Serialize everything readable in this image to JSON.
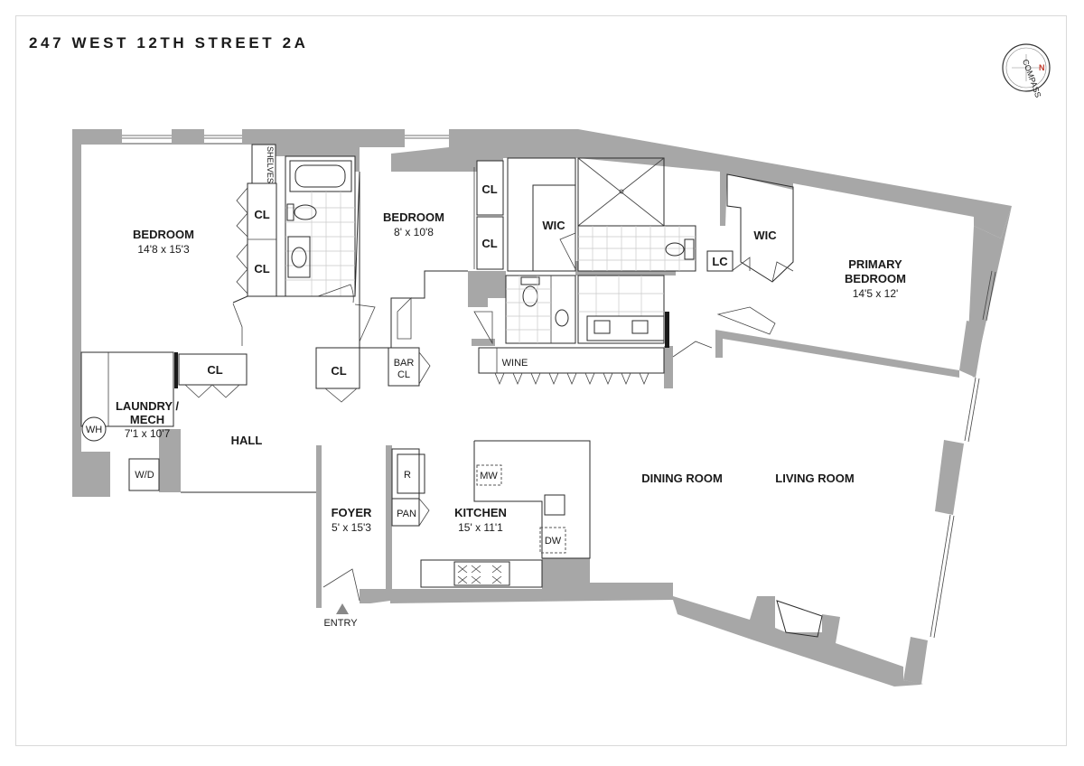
{
  "title": "247 WEST 12TH STREET 2A",
  "compass": {
    "label": "COMPASS",
    "north": "N"
  },
  "rooms": {
    "bedroom_left": {
      "name": "BEDROOM",
      "dims": "14'8 x 15'3"
    },
    "bedroom_middle": {
      "name": "BEDROOM",
      "dims": "8' x 10'8"
    },
    "primary_bedroom": {
      "name_line1": "PRIMARY",
      "name_line2": "BEDROOM",
      "dims": "14'5 x 12'"
    },
    "laundry": {
      "name_line1": "LAUNDRY /",
      "name_line2": "MECH",
      "dims": "7'1 x 10'7"
    },
    "hall": {
      "name": "HALL"
    },
    "foyer": {
      "name": "FOYER",
      "dims": "5' x 15'3"
    },
    "kitchen": {
      "name": "KITCHEN",
      "dims": "15' x 11'1"
    },
    "dining_room": {
      "name": "DINING ROOM"
    },
    "living_room": {
      "name": "LIVING ROOM"
    }
  },
  "labels": {
    "shelves": "SHELVES",
    "closet": "CL",
    "wic": "WIC",
    "linen_closet": "LC",
    "bar_cl_line1": "BAR",
    "bar_cl_line2": "CL",
    "wine": "WINE",
    "water_heater": "WH",
    "washer_dryer": "W/D",
    "refrigerator": "R",
    "pantry": "PAN",
    "microwave": "MW",
    "dishwasher": "DW",
    "entry": "ENTRY"
  }
}
